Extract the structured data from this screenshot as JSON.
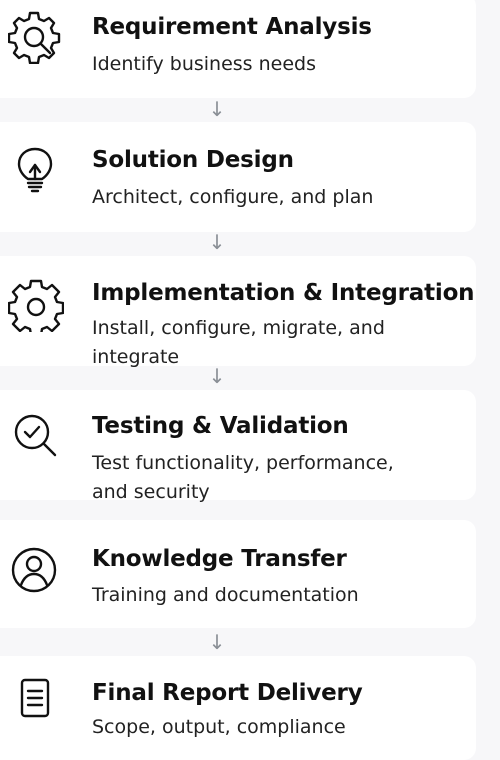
{
  "steps": [
    {
      "icon": "gear-search-icon",
      "title": "Requirement Analysis",
      "desc": "Identify business needs"
    },
    {
      "icon": "lightbulb-icon",
      "title": "Solution Design",
      "desc": "Architect, configure,  and plan"
    },
    {
      "icon": "gear-icon",
      "title": "Implementation & Integration",
      "desc": "Install, configure, migrate, and integrate"
    },
    {
      "icon": "magnifier-check-icon",
      "title": "Testing & Validation",
      "desc": "Test functionality, performance, and security"
    },
    {
      "icon": "user-circle-icon",
      "title": "Knowledge Transfer",
      "desc": "Training and documentation"
    },
    {
      "icon": "document-icon",
      "title": "Final Report Delivery",
      "desc": "Scope, output, compliance"
    }
  ],
  "arrow_glyph": "↓",
  "colors": {
    "background": "#f7f7f9",
    "card": "#ffffff",
    "title": "#111111",
    "text": "#222222",
    "arrow": "#8a8f96",
    "icon_stroke": "#111111"
  }
}
